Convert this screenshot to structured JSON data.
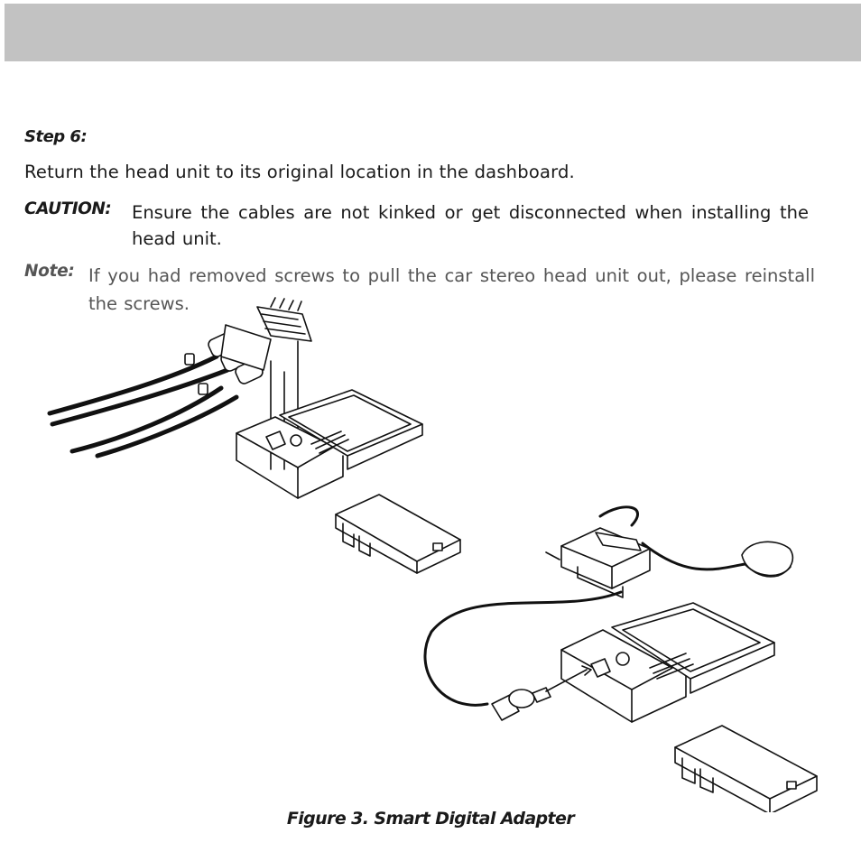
{
  "step": {
    "title": "Step 6:"
  },
  "instruction": "Return the head unit to its original location in the dashboard.",
  "caution": {
    "label": "CAUTION:",
    "text": "Ensure the cables are not kinked or get disconnected when installing the head unit."
  },
  "note": {
    "label": "Note:",
    "text": "If you had removed screws to pull the car stereo head unit out, please reinstall the screws."
  },
  "figure": {
    "caption": "Figure 3. Smart Digital Adapter"
  }
}
